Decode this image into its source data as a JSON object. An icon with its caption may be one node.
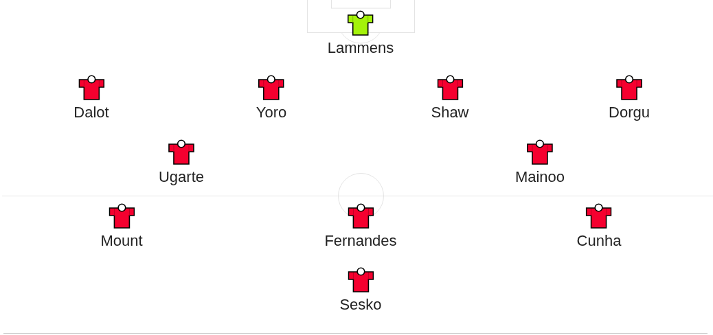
{
  "diagram": {
    "nodes": [
      {
        "text": [
          "Lammens"
        ]
      },
      {
        "text": [
          "Dalot"
        ]
      },
      {
        "text": [
          "Yoro"
        ]
      },
      {
        "text": [
          "Shaw"
        ]
      },
      {
        "text": [
          "Dorgu"
        ]
      },
      {
        "text": [
          "Ugarte"
        ]
      },
      {
        "text": [
          "Mainoo"
        ]
      },
      {
        "text": [
          "Mount"
        ]
      },
      {
        "text": [
          "Fernandes"
        ]
      },
      {
        "text": [
          "Cunha"
        ]
      },
      {
        "text": [
          "Sesko"
        ]
      }
    ]
  }
}
